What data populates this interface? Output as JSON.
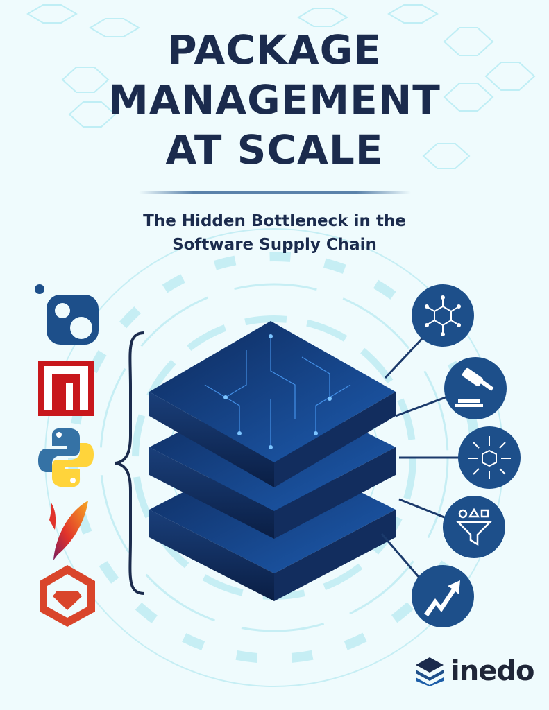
{
  "title_lines": [
    "PACKAGE",
    "MANAGEMENT",
    "AT SCALE"
  ],
  "subtitle_lines": [
    "The Hidden Bottleneck in the",
    "Software Supply Chain"
  ],
  "left_icons": [
    "nuget-icon",
    "npm-icon",
    "python-icon",
    "apache-maven-feather-icon",
    "ruby-gems-icon"
  ],
  "right_icons": [
    "dependency-graph-icon",
    "gavel-icon",
    "package-distribution-icon",
    "filter-funnel-icon",
    "trend-up-icon"
  ],
  "brand": {
    "name": "inedo"
  },
  "colors": {
    "navy": "#1b2b4d",
    "circle": "#1d4f8a",
    "background": "#effbfd"
  }
}
